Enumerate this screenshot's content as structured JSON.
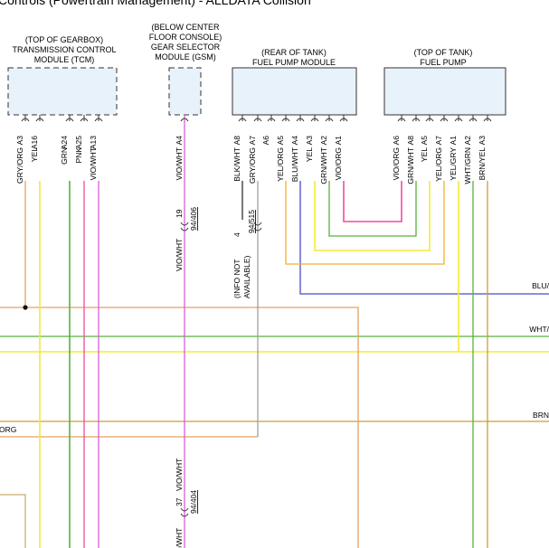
{
  "title": "Controls (Powertrain Management) - ALLDATA Collision",
  "colors": {
    "orange": "#e8a060",
    "yellow": "#f2ea3a",
    "green": "#56b23c",
    "pink": "#f04c9c",
    "violet": "#d460d8",
    "blue": "#4a4ac8",
    "gray": "#a0a0a0",
    "black": "#202020",
    "brown": "#c8a030"
  },
  "modules": {
    "tcm": [
      "(TOP OF GEARBOX)",
      "TRANSMISSION CONTROL",
      "MODULE (TCM)"
    ],
    "gsm": [
      "(BELOW CENTER",
      "FLOOR CONSOLE)",
      "GEAR SELECTOR",
      "MODULE (GSM)"
    ],
    "fpm": [
      "(REAR OF TANK)",
      "FUEL PUMP MODULE"
    ],
    "fp": [
      "(TOP OF TANK)",
      "FUEL PUMP"
    ]
  },
  "pins": {
    "tcm": [
      "A3",
      "A16",
      "A24",
      "A25",
      "A13"
    ],
    "gsm": [
      "A4"
    ],
    "fpm": [
      "A8",
      "A7",
      "A6",
      "A5",
      "A4",
      "A3",
      "A2",
      "A1"
    ],
    "fp": [
      "A6",
      "A8",
      "A5",
      "A7",
      "A1",
      "A2",
      "A3"
    ]
  },
  "wires": {
    "tcm": [
      "GRY/ORG",
      "YEL",
      "GRN",
      "PNK",
      "VIO/WHT"
    ],
    "gsm": [
      "VIO/WHT"
    ],
    "fpm": [
      "BLK/WHT",
      "GRY/ORG",
      "YEL/ORG",
      "BLU/WHT",
      "YEL",
      "GRN/WHT",
      "VIO/ORG"
    ],
    "fp": [
      "VIO/ORG",
      "GRN/WHT",
      "YEL",
      "YEL/ORG",
      "YEL/GRY",
      "WHT/GRN",
      "BRN/YEL"
    ]
  },
  "splices": {
    "s19": {
      "num": "19",
      "wire": "VIO/WHT",
      "ref": "94/406"
    },
    "s37": {
      "num": "37",
      "wire": "VIO/WHT",
      "wire_cut": "O/WHT",
      "ref": "94/404"
    },
    "s4": {
      "num": "4",
      "ref": "94/515"
    }
  },
  "notes": {
    "info": [
      "(INFO NOT",
      "AVAILABLE)"
    ]
  },
  "edge_labels": {
    "blu": "BLU/",
    "wht": "WHT/",
    "brn": "BRN",
    "org": "ORG"
  }
}
